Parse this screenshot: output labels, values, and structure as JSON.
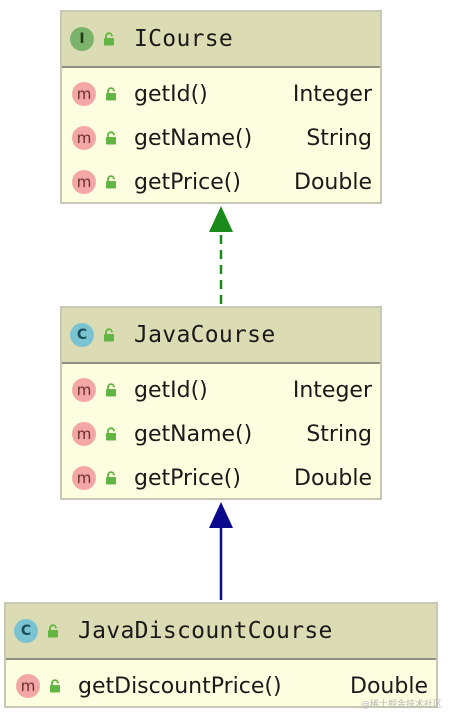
{
  "classes": [
    {
      "kind": "I",
      "name": "ICourse",
      "members": [
        {
          "kind": "m",
          "name": "getId()",
          "type": "Integer"
        },
        {
          "kind": "m",
          "name": "getName()",
          "type": "String"
        },
        {
          "kind": "m",
          "name": "getPrice()",
          "type": "Double"
        }
      ]
    },
    {
      "kind": "C",
      "name": "JavaCourse",
      "members": [
        {
          "kind": "m",
          "name": "getId()",
          "type": "Integer"
        },
        {
          "kind": "m",
          "name": "getName()",
          "type": "String"
        },
        {
          "kind": "m",
          "name": "getPrice()",
          "type": "Double"
        }
      ]
    },
    {
      "kind": "C",
      "name": "JavaDiscountCourse",
      "members": [
        {
          "kind": "m",
          "name": "getDiscountPrice()",
          "type": "Double"
        }
      ]
    }
  ],
  "relations": [
    {
      "from": "JavaCourse",
      "to": "ICourse",
      "kind": "realization",
      "color": "#1a8a1a"
    },
    {
      "from": "JavaDiscountCourse",
      "to": "JavaCourse",
      "kind": "generalization",
      "color": "#0a0a8c"
    }
  ],
  "colors": {
    "header": "#dcdcb4",
    "body": "#fdfde0",
    "interface_badge": "#7cb36a",
    "class_badge": "#7ac3d2",
    "method_badge": "#f3a6a6",
    "lock": "#62b543"
  },
  "watermark": "@稀土掘金技术社区"
}
